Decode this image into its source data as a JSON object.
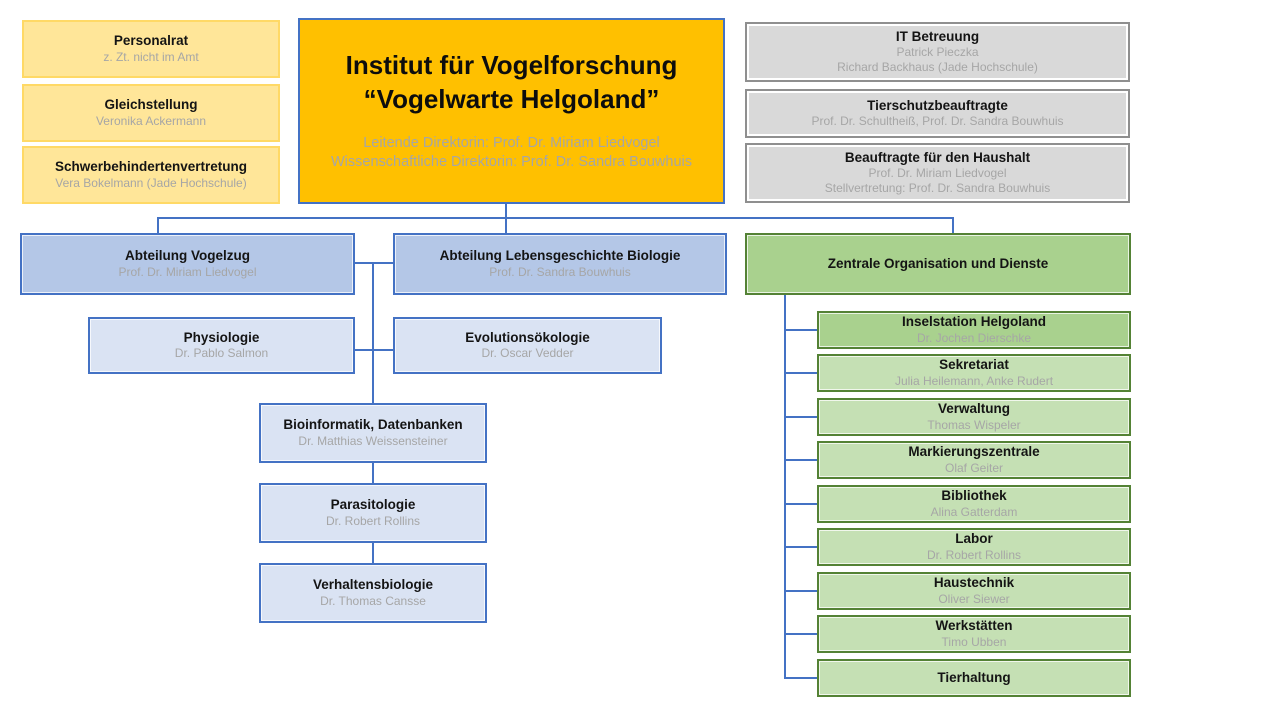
{
  "colors": {
    "connector_blue": "#4472C4",
    "yellow_fill": "#FFE699",
    "yellow_border": "#FFD966",
    "orange_fill": "#FFC000",
    "gray_fill": "#D9D9D9",
    "blue_dept_fill": "#B4C7E7",
    "blue_unit_fill": "#DAE3F3",
    "green_fill": "#A9D18E",
    "green_light_fill": "#C5E0B4",
    "green_border": "#548235",
    "subtitle_gray": "#A6A6A6"
  },
  "root": {
    "title_line1": "Institut für Vogelforschung",
    "title_line2": "“Vogelwarte Helgoland”",
    "subtitle_line1": "Leitende Direktorin: Prof. Dr. Miriam Liedvogel",
    "subtitle_line2": "Wissenschaftliche Direktorin: Prof. Dr. Sandra Bouwhuis"
  },
  "staff_left": [
    {
      "title": "Personalrat",
      "subtitle": "z. Zt. nicht im Amt"
    },
    {
      "title": "Gleichstellung",
      "subtitle": "Veronika Ackermann"
    },
    {
      "title": "Schwerbehindertenvertretung",
      "subtitle": "Vera Bokelmann (Jade Hochschule)"
    }
  ],
  "staff_right": [
    {
      "title": "IT Betreuung",
      "lines": [
        "Patrick Pieczka",
        "Richard Backhaus (Jade Hochschule)"
      ]
    },
    {
      "title": "Tierschutzbeauftragte",
      "lines": [
        "Prof. Dr. Schultheiß, Prof. Dr. Sandra Bouwhuis"
      ]
    },
    {
      "title": "Beauftragte für den Haushalt",
      "lines": [
        "Prof. Dr. Miriam Liedvogel",
        "Stellvertretung: Prof. Dr. Sandra Bouwhuis"
      ]
    }
  ],
  "departments": [
    {
      "title": "Abteilung Vogelzug",
      "subtitle": "Prof. Dr. Miriam Liedvogel"
    },
    {
      "title": "Abteilung Lebensgeschichte Biologie",
      "subtitle": "Prof. Dr. Sandra Bouwhuis"
    },
    {
      "title": "Zentrale Organisation und Dienste"
    }
  ],
  "research_units": [
    {
      "title": "Physiologie",
      "subtitle": "Dr. Pablo Salmon"
    },
    {
      "title": "Evolutionsökologie",
      "subtitle": "Dr. Oscar Vedder"
    },
    {
      "title": "Bioinformatik, Datenbanken",
      "subtitle": "Dr. Matthias Weissensteiner"
    },
    {
      "title": "Parasitologie",
      "subtitle": "Dr. Robert Rollins"
    },
    {
      "title": "Verhaltensbiologie",
      "subtitle": "Dr. Thomas Cansse"
    }
  ],
  "central_units": [
    {
      "title": "Inselstation Helgoland",
      "subtitle": "Dr. Jochen Dierschke"
    },
    {
      "title": "Sekretariat",
      "subtitle": "Julia Heilemann, Anke Rudert"
    },
    {
      "title": "Verwaltung",
      "subtitle": "Thomas Wispeler"
    },
    {
      "title": "Markierungszentrale",
      "subtitle": "Olaf Geiter"
    },
    {
      "title": "Bibliothek",
      "subtitle": "Alina Gatterdam"
    },
    {
      "title": "Labor",
      "subtitle": "Dr. Robert Rollins"
    },
    {
      "title": "Haustechnik",
      "subtitle": "Oliver Siewer"
    },
    {
      "title": "Werkstätten",
      "subtitle": "Timo Ubben"
    },
    {
      "title": "Tierhaltung"
    }
  ]
}
